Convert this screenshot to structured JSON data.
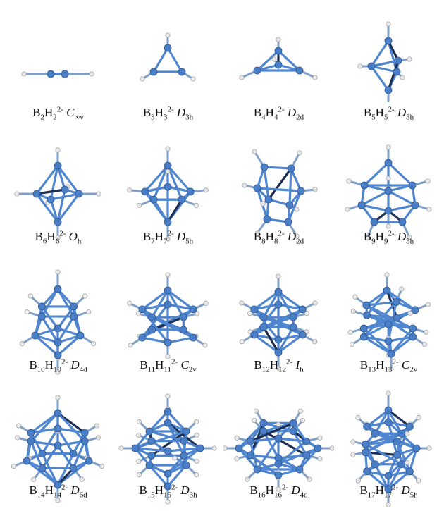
{
  "colors": {
    "boron": "#4a7fc8",
    "bond": "#4f86cf",
    "bond_dark": "#1d2f52",
    "hydrogen": "#e9e9e9"
  },
  "clusters": [
    {
      "n": 2,
      "charge": "2-",
      "group": "C",
      "group_sub": "∞v"
    },
    {
      "n": 3,
      "charge": "2-",
      "group": "D",
      "group_sub": "3h"
    },
    {
      "n": 4,
      "charge": "2-",
      "group": "D",
      "group_sub": "2d"
    },
    {
      "n": 5,
      "charge": "2-",
      "group": "D",
      "group_sub": "3h"
    },
    {
      "n": 6,
      "charge": "2-",
      "group": "O",
      "group_sub": "h"
    },
    {
      "n": 7,
      "charge": "2-",
      "group": "D",
      "group_sub": "5h"
    },
    {
      "n": 8,
      "charge": "2-",
      "group": "D",
      "group_sub": "2d"
    },
    {
      "n": 9,
      "charge": "2-",
      "group": "D",
      "group_sub": "3h"
    },
    {
      "n": 10,
      "charge": "2-",
      "group": "D",
      "group_sub": "4d"
    },
    {
      "n": 11,
      "charge": "2-",
      "group": "C",
      "group_sub": "2v"
    },
    {
      "n": 12,
      "charge": "2-",
      "group": "I",
      "group_sub": "h"
    },
    {
      "n": 13,
      "charge": "2-",
      "group": "C",
      "group_sub": "2v"
    },
    {
      "n": 14,
      "charge": "2-",
      "group": "D",
      "group_sub": "6d"
    },
    {
      "n": 15,
      "charge": "2-",
      "group": "D",
      "group_sub": "3h"
    },
    {
      "n": 16,
      "charge": "2-",
      "group": "D",
      "group_sub": "4d"
    },
    {
      "n": 17,
      "charge": "2-",
      "group": "D",
      "group_sub": "5h"
    }
  ]
}
